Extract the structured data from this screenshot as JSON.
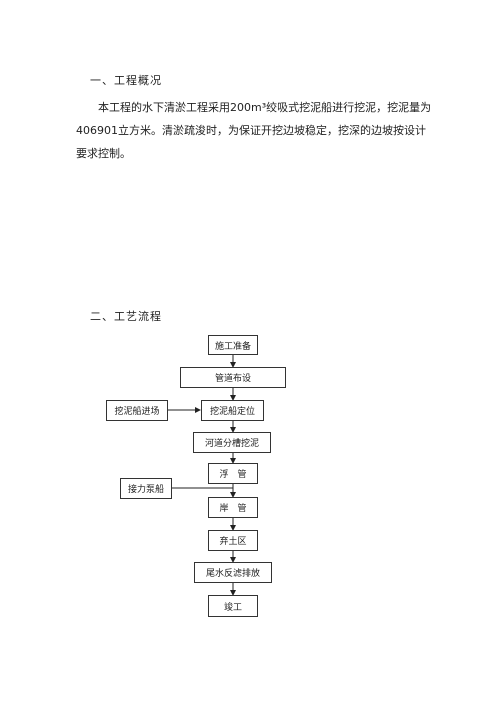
{
  "section1": {
    "heading": "一、工程概况",
    "paragraph": "　　本工程的水下清淤工程采用200m³绞吸式挖泥船进行挖泥，挖泥量为406901立方米。清淤疏浚时，为保证开挖边坡稳定，挖深的边坡按设计要求控制。"
  },
  "section2": {
    "heading": "二、工艺流程"
  },
  "flow": {
    "prep": "施工准备",
    "pipe": "管道布设",
    "dredger_entry": "挖泥船进场",
    "dredger_pos": "挖泥船定位",
    "channel": "河道分槽挖泥",
    "floating": "浮　管",
    "booster": "接力泵船",
    "shore": "岸　管",
    "spoil": "弃土区",
    "tailwater": "尾水反滤排放",
    "complete": "竣工"
  }
}
